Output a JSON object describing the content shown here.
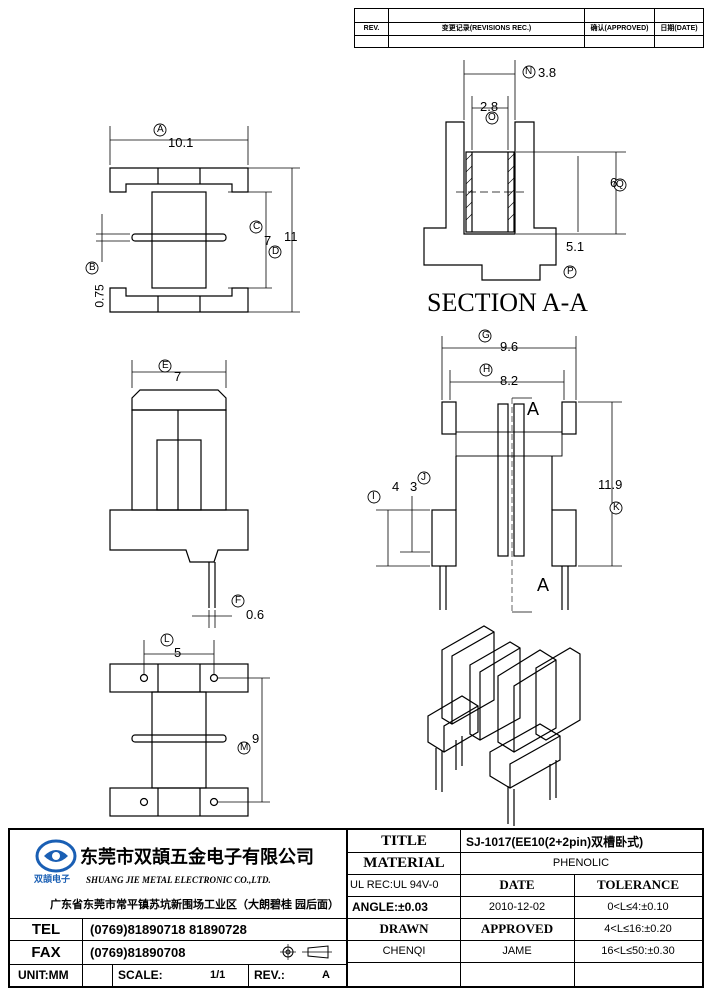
{
  "revision_table": {
    "headers": [
      "REV.",
      "变更记录(REVISIONS REC.)",
      "确认(APPROVED)",
      "日期(DATE)"
    ]
  },
  "dimensions": {
    "A": "10.1",
    "B": "0.75",
    "C": "7",
    "D": "11",
    "E": "7",
    "F": "0.6",
    "G": "9.6",
    "H": "8.2",
    "I": "4",
    "J": "3",
    "K": "11.9",
    "L": "5",
    "M": "9",
    "N": "3.8",
    "O": "2.8",
    "P": "5.1",
    "Q": "6"
  },
  "section_label": "SECTION A-A",
  "section_marks": [
    "A",
    "A"
  ],
  "company": {
    "name_cn": "东莞市双頡五金电子有限公司",
    "name_en": "SHUANG JIE METAL ELECTRONIC CO.,LTD.",
    "address": "广东省东莞市常平镇苏坑新围场工业区（大朗碧桂 园后面）",
    "logo_text": "双頡电子"
  },
  "contact": {
    "tel_label": "TEL",
    "tel_value": "(0769)81890718 81890728",
    "fax_label": "FAX",
    "fax_value": "(0769)81890708"
  },
  "bottom_row": {
    "unit": "UNIT:MM",
    "scale_label": "SCALE:",
    "scale_value": "1/1",
    "rev_label": "REV.:",
    "rev_value": "A"
  },
  "title_block": {
    "title_label": "TITLE",
    "title_value": "SJ-1017(EE10(2+2pin)双槽卧式)",
    "material_label": "MATERIAL",
    "material_value": "PHENOLIC",
    "ul_rec": "UL REC:UL 94V-0",
    "date_label": "DATE",
    "tolerance_label": "TOLERANCE",
    "angle": "ANGLE:±0.03",
    "date_value": "2010-12-02",
    "tol1": "0<L≤4:±0.10",
    "drawn_label": "DRAWN",
    "approved_label": "APPROVED",
    "tol2": "4<L≤16:±0.20",
    "drawn_value": "CHENQI",
    "approved_value": "JAME",
    "tol3": "16<L≤50:±0.30"
  }
}
